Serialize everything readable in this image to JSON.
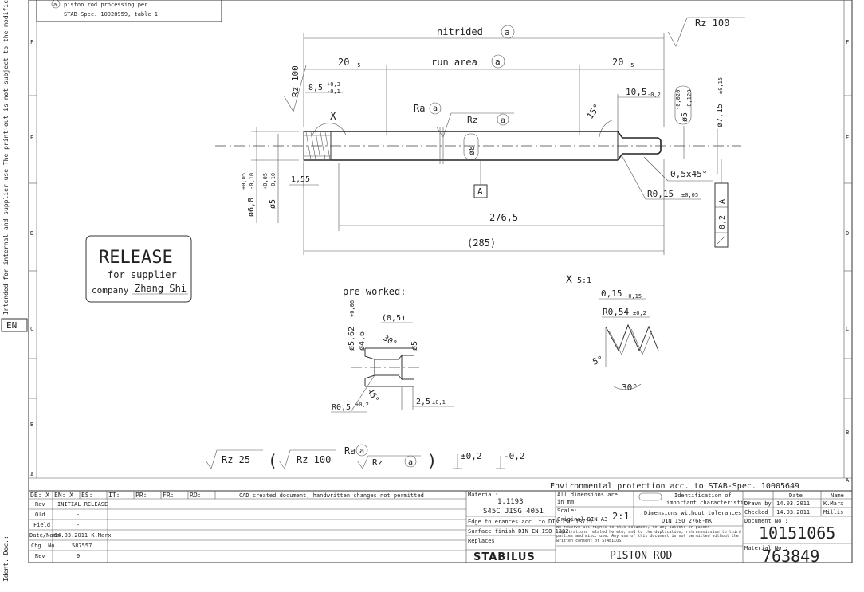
{
  "note": {
    "marker": "a",
    "line1": "piston rod processing per",
    "line2": "STAB-Spec. 10028959, table 1"
  },
  "side_label": {
    "text": "Intended for internal and supplier use   The print-out is not subject to the modification serv",
    "lang": "EN"
  },
  "side_ident": "Ident. Doc.:",
  "zones": {
    "left": [
      "F",
      "E",
      "D",
      "C",
      "B",
      "A"
    ],
    "right": [
      "F",
      "E",
      "D",
      "C",
      "B",
      "A"
    ]
  },
  "release": {
    "title": "RELEASE",
    "sub": "for supplier",
    "company_label": "company",
    "company": "Zhang Shi"
  },
  "main_view": {
    "nitrided": "nitrided",
    "run_area": "run area",
    "marker": "a",
    "rz100_top": "Rz 100",
    "rz100_left": "Rz 100",
    "dim_20_left": "20",
    "dim_20_left_tol": "-5",
    "dim_20_right": "20",
    "dim_20_right_tol": "-5",
    "dim_85": "8,5",
    "dim_85_tol_up": "+0,3",
    "dim_85_tol_dn": "-0,1",
    "dim_105": "10,5",
    "dim_105_tol": "-0,2",
    "detail_x": "X",
    "ra": "Ra",
    "rz": "Rz",
    "angle15": "15°",
    "dia5_right": "ø5",
    "dia5_right_tol_up": "-0,020",
    "dia5_right_tol_dn": "-0,120",
    "dia715": "ø7,15",
    "dia715_tol": "±0,15",
    "dia68": "ø6,8",
    "dia68_tol_up": "+0,05",
    "dia68_tol_dn": "-0,10",
    "dia5_left": "ø5",
    "dia5_left_tol_up": "+0,05",
    "dia5_left_tol_dn": "-0,10",
    "dim_155": "1,55",
    "dia8": "ø8",
    "datum_a": "A",
    "chamfer": "0,5x45°",
    "r015": "R0,15",
    "r015_tol": "±0,05",
    "runout": "0,2",
    "runout_datum": "A",
    "dim_2765": "276,5",
    "dim_285": "(285)"
  },
  "preworked": {
    "title": "pre-worked:",
    "dia562": "ø5,62",
    "dia562_tol": "+0,06",
    "dia46": "ø4,6",
    "dim_85": "(8,5)",
    "angle30": "30°",
    "dia5": "ø5",
    "angle45": "45°",
    "r05": "R0,5",
    "r05_tol": "+0,2",
    "dim_25": "2,5",
    "dim_25_tol": "±0,1"
  },
  "detail_x": {
    "title": "X",
    "scale": "5:1",
    "dim_015": "0,15",
    "dim_015_tol": "-0,15",
    "r054": "R0,54",
    "r054_tol": "±0,2",
    "angle5": "5°",
    "angle30": "30°"
  },
  "surface_legend": {
    "rz25": "Rz 25",
    "rz100": "Rz 100",
    "ra": "Ra",
    "marker": "a",
    "rz": "Rz",
    "tol_plus": "±0,2",
    "tol_minus": "-0,2"
  },
  "title_block": {
    "env": "Environmental protection acc. to STAB-Spec. 10005649",
    "languages": [
      "DE: X",
      "EN: X",
      "ES:",
      "IT:",
      "PR:",
      "FR:",
      "RO:"
    ],
    "cad_note": "CAD created document, handwritten changes not permitted",
    "rev_rows": [
      {
        "label": "Rev",
        "value": "INITIAL RELEASE"
      },
      {
        "label": "Old",
        "value": "-"
      },
      {
        "label": "Field",
        "value": "-"
      },
      {
        "label": "Date/Name",
        "value": "14.03.2011 K.Marx"
      },
      {
        "label": "Chg. No.",
        "value": "587557"
      },
      {
        "label": "Rev",
        "value": "0"
      }
    ],
    "material_label": "Material:",
    "material_1": "1.1193",
    "material_2": "S45C JISG 4051",
    "edge_tol": "Edge tolerances acc. to DIN ISO 13715",
    "surface_finish": "Surface finish   DIN EN ISO 1302",
    "replaces": "Replaces",
    "dims_label": "All dimensions are",
    "dims_unit": "in mm",
    "scale_label": "Scale:",
    "scale_sub": "Original DIN A3",
    "scale_value": "2:1",
    "ident_label": "Identification of",
    "ident_label2": "important characteristics",
    "dims_without": "Dimensions without tolerances",
    "dims_std": "DIN ISO 2768-mK",
    "rights": "We reserve all rights to this document, to any patents or patent registrations related hereto, and to the duplication, retransmission to third parties and misc. use. Any use of this document is not permitted without the written consent of STABILUS",
    "logo": "STABILUS",
    "part_name": "PISTON ROD",
    "date_header": "Date",
    "name_header": "Name",
    "drawn_label": "Drawn by",
    "drawn_date": "14.03.2011",
    "drawn_name": "K.Marx",
    "checked_label": "Checked",
    "checked_date": "14.03.2011",
    "checked_name": "Millis",
    "doc_label": "Document No.:",
    "doc_no": "10151065",
    "mat_no_label": "Material No.:",
    "mat_no": "763849"
  }
}
